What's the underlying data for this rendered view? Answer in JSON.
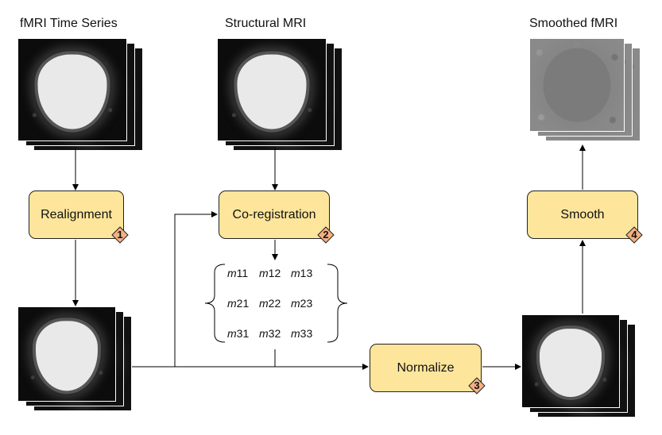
{
  "titles": {
    "fmri_time_series": "fMRI Time Series",
    "structural_mri": "Structural MRI",
    "smoothed_fmri": "Smoothed fMRI"
  },
  "steps": [
    {
      "label": "Realignment",
      "number": "1"
    },
    {
      "label": "Co-registration",
      "number": "2"
    },
    {
      "label": "Normalize",
      "number": "3"
    },
    {
      "label": "Smooth",
      "number": "4"
    }
  ],
  "matrix": {
    "rows": [
      [
        {
          "var": "m",
          "idx": "11"
        },
        {
          "var": "m",
          "idx": "12"
        },
        {
          "var": "m",
          "idx": "13"
        }
      ],
      [
        {
          "var": "m",
          "idx": "21"
        },
        {
          "var": "m",
          "idx": "22"
        },
        {
          "var": "m",
          "idx": "23"
        }
      ],
      [
        {
          "var": "m",
          "idx": "31"
        },
        {
          "var": "m",
          "idx": "32"
        },
        {
          "var": "m",
          "idx": "33"
        }
      ]
    ]
  },
  "colors": {
    "step_fill": "#fde59b",
    "badge_fill": "#f4b183",
    "line": "#000000"
  }
}
